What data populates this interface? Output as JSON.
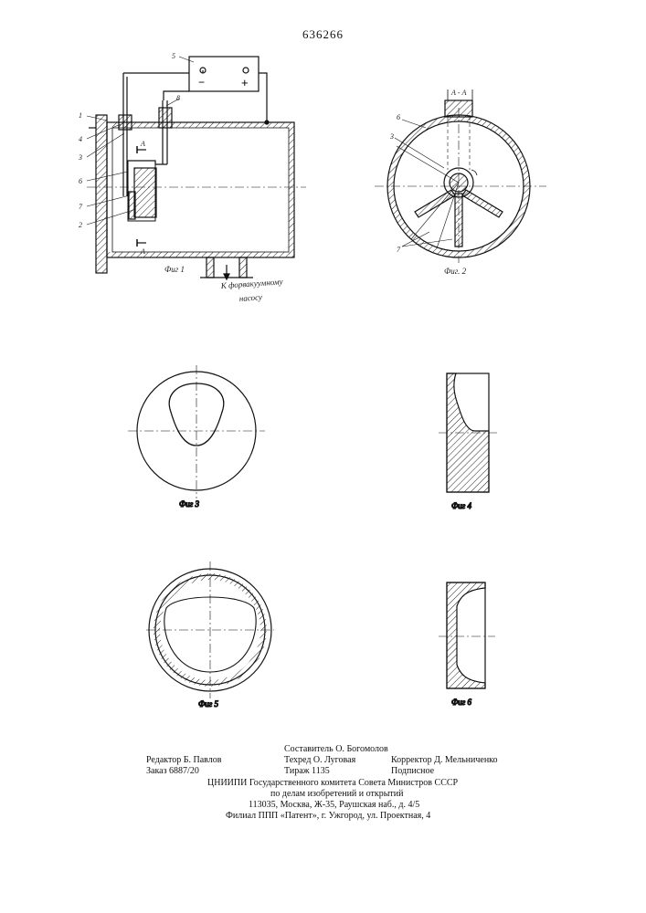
{
  "patent_number": "636266",
  "figure1": {
    "caption": "Фиг 1",
    "labels": [
      "1",
      "4",
      "3",
      "6",
      "7",
      "2",
      "5",
      "8"
    ],
    "section_marks": [
      "A",
      "A"
    ],
    "outlet_text_line1": "К форвакуумному",
    "outlet_text_line2": "насосу",
    "power": {
      "minus": "−",
      "plus": "+"
    }
  },
  "figure2": {
    "caption": "Фиг. 2",
    "section_title": "А - А",
    "labels": [
      "6",
      "3",
      "7"
    ]
  },
  "figure3": {
    "caption": "Фиг 3"
  },
  "figure4": {
    "caption": "Фиг 4"
  },
  "figure5": {
    "caption": "Фиг 5"
  },
  "figure6": {
    "caption": "Фиг 6"
  },
  "colophon": {
    "compiler": "Составитель О. Богомолов",
    "editor": "Редактор Б. Павлов",
    "techred": "Техред О. Луговая",
    "corrector": "Корректор Д. Мельниченко",
    "order": "Заказ 6887/20",
    "circulation": "Тираж 1135",
    "subscription": "Подписное",
    "institute_line1": "ЦНИИПИ Государственного комитета Совета Министров СССР",
    "institute_line2": "по делам изобретений и открытий",
    "address": "113035, Москва, Ж-35, Раушская наб., д. 4/5",
    "branch": "Филиал ППП «Патент», г. Ужгород, ул. Проектная, 4"
  }
}
